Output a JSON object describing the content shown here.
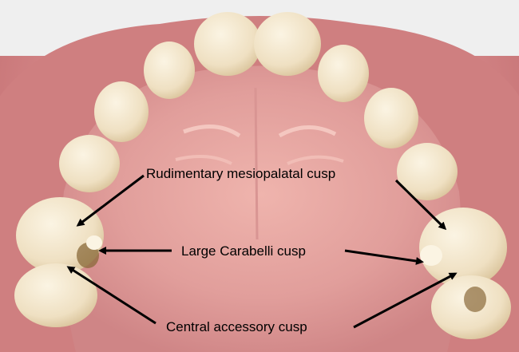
{
  "annotations": {
    "rudimentary_label": "Rudimentary mesiopalatal cusp",
    "carabelli_label": "Large Carabelli cusp",
    "central_label": "Central accessory cusp"
  },
  "colors": {
    "gum": "#d98d8e",
    "palate": "#e8a9a5",
    "tooth": "#f2e6cf",
    "arrow": "#000000"
  }
}
